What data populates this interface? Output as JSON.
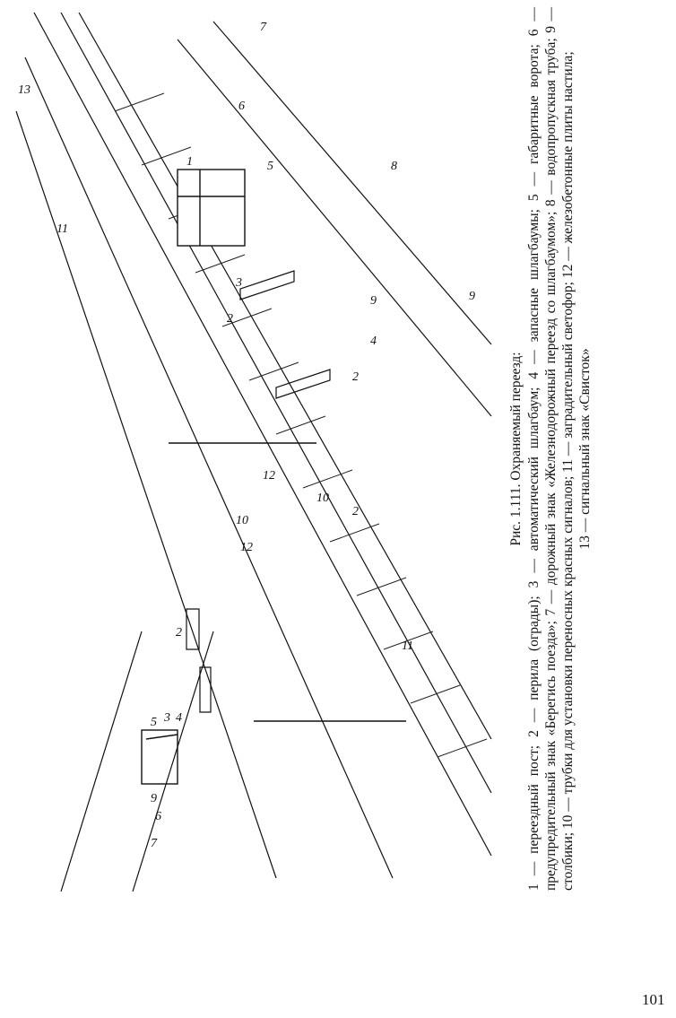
{
  "figure": {
    "labels": [
      "1",
      "2",
      "2",
      "3",
      "4",
      "5",
      "6",
      "7",
      "8",
      "9",
      "10",
      "10",
      "11",
      "11",
      "12",
      "12",
      "13",
      "2",
      "5",
      "3",
      "4",
      "9",
      "6",
      "7",
      "2",
      "9"
    ]
  },
  "caption": {
    "title": "Рис. 1.111. Охраняемый переезд:",
    "legend": "1 — переездный пост; 2 — перила (ограды); 3 — автоматический шлагбаум; 4 — запасные шлагбаумы; 5 — габаритные ворота; 6 — предупредительный знак «Берегись поезда»; 7 — дорожный знак «Железнодорожный переезд со шлагбаумом»; 8 — водопропускная труба; 9 — столбики; 10 — трубки для установки переносных красных сигналов; 11 — заградительный светофор; 12 — железобетонные плиты настила;",
    "legend_last": "13 — сигнальный знак «Свисток»"
  },
  "page_number": "101"
}
